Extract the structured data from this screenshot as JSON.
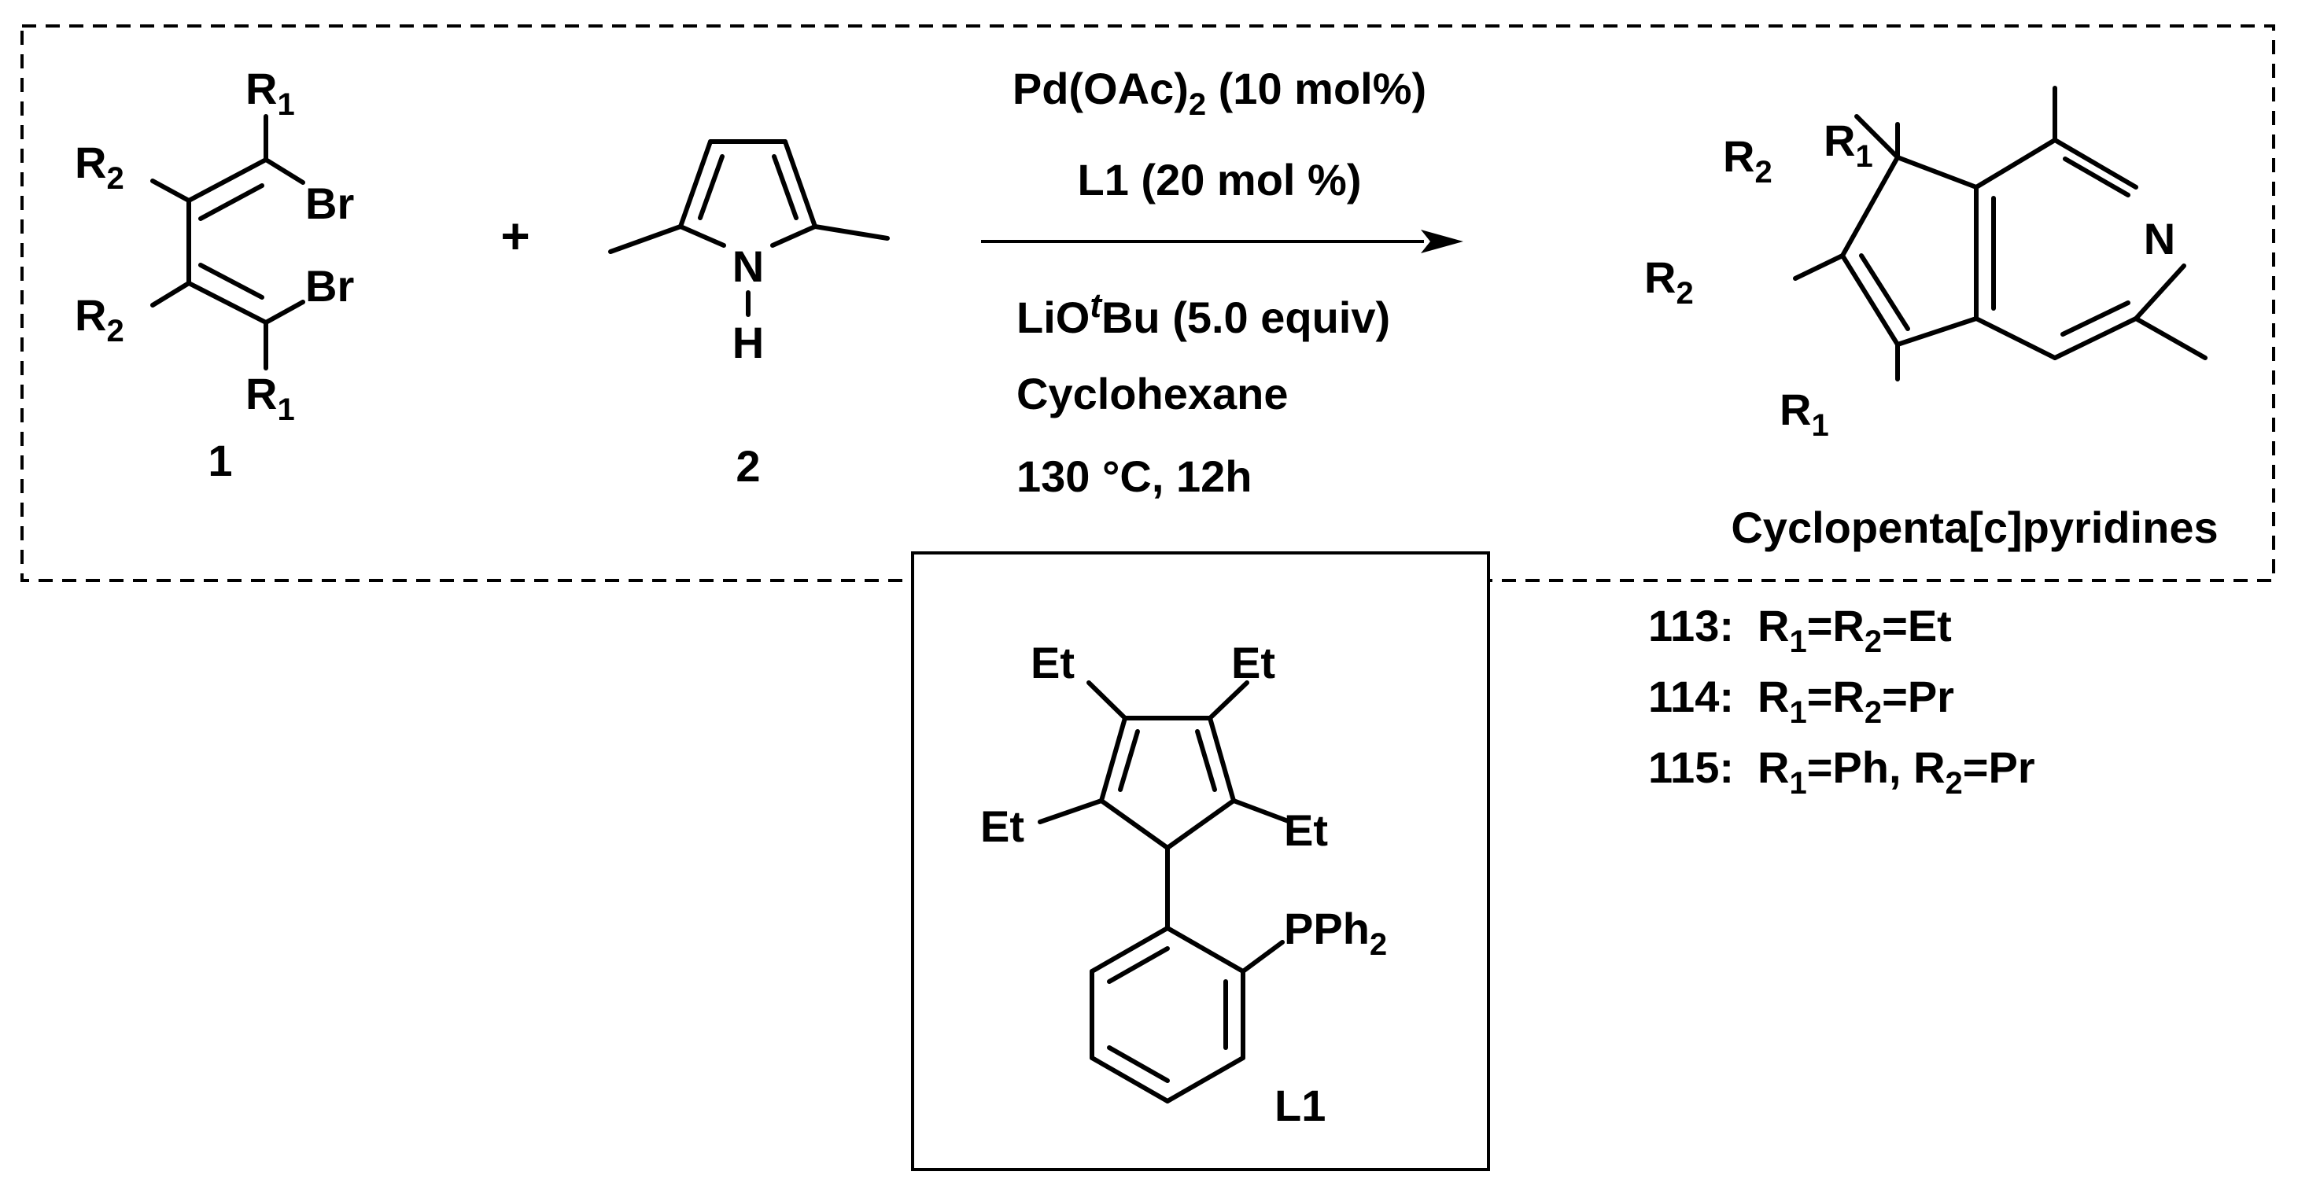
{
  "reactant1": {
    "label": "1",
    "r1_top": {
      "main": "R",
      "sub": "1"
    },
    "r2_top": {
      "main": "R",
      "sub": "2"
    },
    "br_top": "Br",
    "br_bottom": "Br",
    "r2_bottom": {
      "main": "R",
      "sub": "2"
    },
    "r1_bottom": {
      "main": "R",
      "sub": "1"
    }
  },
  "plus": "+",
  "reactant2": {
    "label": "2",
    "n": "N",
    "h": "H"
  },
  "conditions": {
    "catalyst": {
      "pre": "Pd(OAc)",
      "sub": "2",
      "post": " (10 mol%)"
    },
    "ligand": "L1 (20 mol %)",
    "base": {
      "pre": "LiO",
      "sup": "t",
      "post": "Bu (5.0 equiv)"
    },
    "solvent": "Cyclohexane",
    "temperature": "130 °C, 12h"
  },
  "product": {
    "name": "Cyclopenta[c]pyridines",
    "n": "N",
    "r2_quat": {
      "main": "R",
      "sub": "2"
    },
    "r1_quat": {
      "main": "R",
      "sub": "1"
    },
    "r2_vinyl": {
      "main": "R",
      "sub": "2"
    },
    "r1_vinyl": {
      "main": "R",
      "sub": "1"
    }
  },
  "entries": [
    {
      "id": "113:",
      "parts": [
        [
          "R",
          "1"
        ],
        [
          "=R",
          "2"
        ],
        [
          "=Et",
          ""
        ]
      ]
    },
    {
      "id": "114:",
      "parts": [
        [
          "R",
          "1"
        ],
        [
          "=R",
          "2"
        ],
        [
          "=Pr",
          ""
        ]
      ]
    },
    {
      "id": "115:",
      "parts": [
        [
          "R",
          "1"
        ],
        [
          "=Ph, R",
          "2"
        ],
        [
          "=Pr",
          ""
        ]
      ]
    }
  ],
  "ligand_box": {
    "label": "L1",
    "et_top_left": "Et",
    "et_top_right": "Et",
    "et_bottom_left": "Et",
    "et_bottom_right": "Et",
    "pph2": {
      "main": "PPh",
      "sub": "2"
    }
  }
}
